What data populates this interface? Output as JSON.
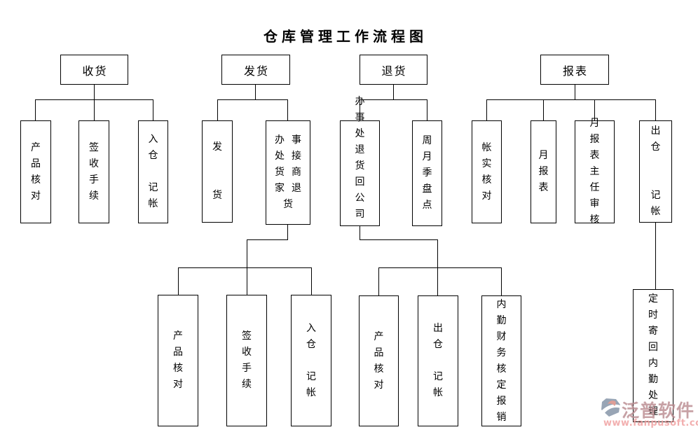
{
  "title": "仓库管理工作流程图",
  "flowchart": {
    "groups": [
      {
        "label": "收货",
        "children": [
          {
            "label": "产\n品\n核\n对"
          },
          {
            "label": "签\n收\n手\n续"
          },
          {
            "label": "入\n仓\n\n记\n帐"
          }
        ]
      },
      {
        "label": "发货",
        "children": [
          {
            "label": "发\n\n\n货"
          },
          {
            "label": "办事\n处接\n货商\n家退\n货"
          }
        ],
        "grandchildren": [
          {
            "label": "产\n品\n核\n对"
          },
          {
            "label": "签\n收\n手\n续"
          },
          {
            "label": "入\n仓\n\n记\n帐"
          }
        ]
      },
      {
        "label": "退货",
        "children": [
          {
            "label": "办事\n处退\n货回\n公司"
          },
          {
            "label": "周\n月\n季\n盘\n点"
          }
        ],
        "grandchildren": [
          {
            "label": "产\n品\n核\n对"
          },
          {
            "label": "出\n仓\n\n记\n帐"
          },
          {
            "label": "内\n勤\n财\n务\n核\n定\n报\n销"
          }
        ]
      },
      {
        "label": "报表",
        "children": [
          {
            "label": "帐\n实\n核\n对"
          },
          {
            "label": "月\n报\n表"
          },
          {
            "label": "月报\n表主\n任审\n核"
          },
          {
            "label": "出\n仓\n\n\n记\n帐"
          }
        ],
        "grandchildren": [
          {
            "label": "定\n时\n寄\n回\n内\n勤\n处\n理"
          }
        ]
      }
    ]
  },
  "watermark": {
    "brand": "泛普软件",
    "url": "www.fanpusoft.com",
    "brand_color": "#bb8d92",
    "url_color": "#f09e9e",
    "logo_blue": "#8292a6",
    "logo_coral": "#d8897f"
  },
  "colors": {
    "line": "#000000",
    "title_text": "#000000",
    "background": "#ffffff"
  }
}
